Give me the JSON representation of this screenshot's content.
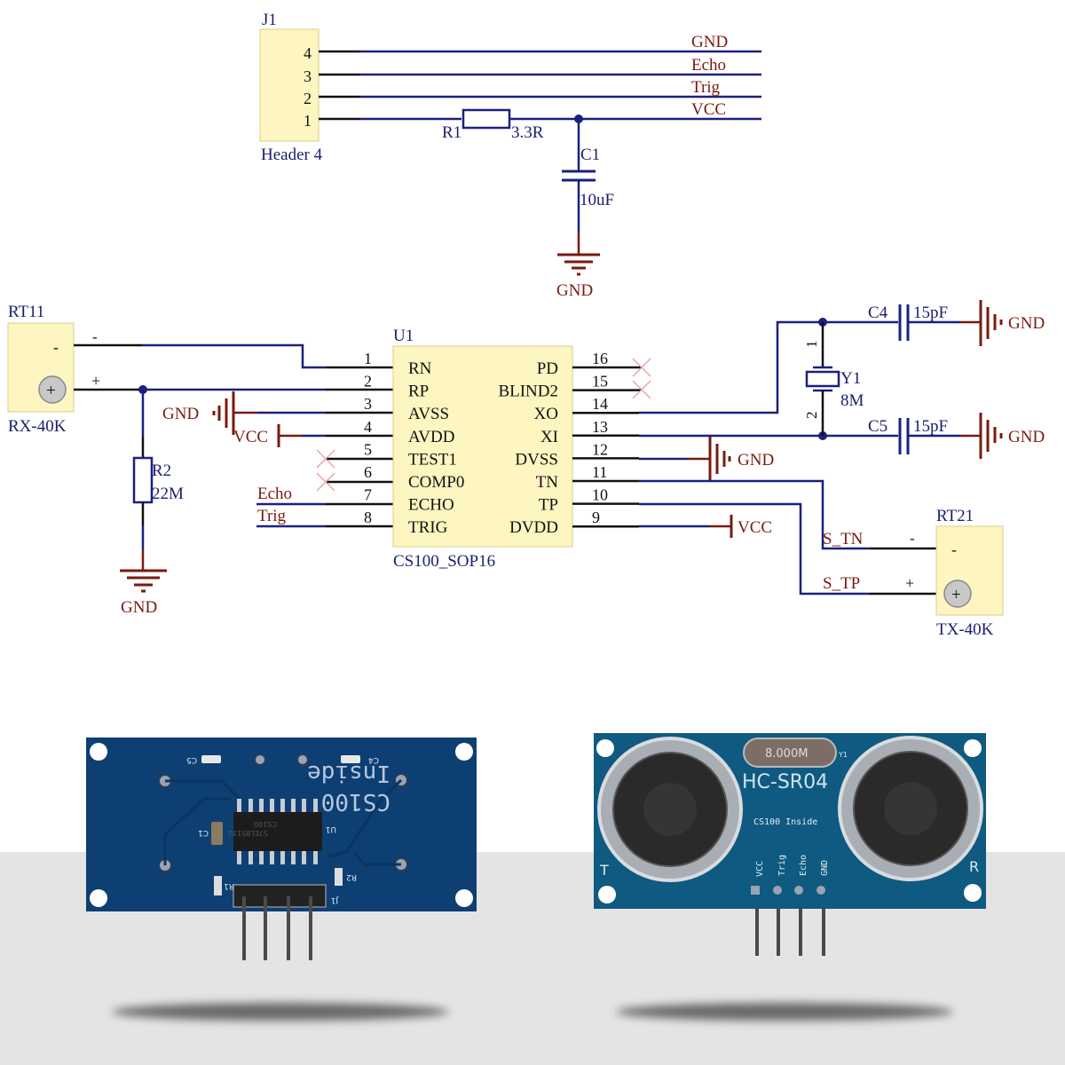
{
  "header": {
    "ref": "J1",
    "name": "Header 4",
    "pins": [
      "4",
      "3",
      "2",
      "1"
    ],
    "nets": [
      "GND",
      "Echo",
      "Trig",
      "VCC"
    ]
  },
  "r1": {
    "ref": "R1",
    "value": "3.3R"
  },
  "c1": {
    "ref": "C1",
    "value": "10uF",
    "gnd": "GND"
  },
  "rt11": {
    "ref": "RT11",
    "name": "RX-40K",
    "minus": "-",
    "plus": "+"
  },
  "r2": {
    "ref": "R2",
    "value": "22M",
    "gnd": "GND"
  },
  "u1": {
    "ref": "U1",
    "name": "CS100_SOP16",
    "left_pins": [
      {
        "num": "1",
        "name": "RN"
      },
      {
        "num": "2",
        "name": "RP"
      },
      {
        "num": "3",
        "name": "AVSS"
      },
      {
        "num": "4",
        "name": "AVDD"
      },
      {
        "num": "5",
        "name": "TEST1"
      },
      {
        "num": "6",
        "name": "COMP0"
      },
      {
        "num": "7",
        "name": "ECHO"
      },
      {
        "num": "8",
        "name": "TRIG"
      }
    ],
    "right_pins": [
      {
        "num": "16",
        "name": "PD"
      },
      {
        "num": "15",
        "name": "BLIND2"
      },
      {
        "num": "14",
        "name": "XO"
      },
      {
        "num": "13",
        "name": "XI"
      },
      {
        "num": "12",
        "name": "DVSS"
      },
      {
        "num": "11",
        "name": "TN"
      },
      {
        "num": "10",
        "name": "TP"
      },
      {
        "num": "9",
        "name": "DVDD"
      }
    ]
  },
  "left_nets": {
    "gnd": "GND",
    "vcc": "VCC",
    "echo": "Echo",
    "trig": "Trig"
  },
  "right_nets": {
    "gnd": "GND",
    "vcc": "VCC",
    "s_tn": "S_TN",
    "s_tp": "S_TP"
  },
  "y1": {
    "ref": "Y1",
    "value": "8M",
    "pin1": "1",
    "pin2": "2"
  },
  "c4": {
    "ref": "C4",
    "value": "15pF",
    "gnd": "GND"
  },
  "c5": {
    "ref": "C5",
    "value": "15pF",
    "gnd": "GND"
  },
  "rt21": {
    "ref": "RT21",
    "name": "TX-40K",
    "minus": "-",
    "plus": "+"
  },
  "board_back": {
    "silk_c5": "C5",
    "silk_c4": "C4",
    "silk_c1": "C1",
    "silk_u1": "U1",
    "silk_r1": "R1",
    "silk_r2": "R2",
    "silk_j1": "J1",
    "chip_line1": "CS100",
    "chip_line2": "S7EL85132",
    "brand_line1": "CS100",
    "brand_line2": "Inside"
  },
  "board_front": {
    "crystal": "8.000M",
    "crystal_ref": "Y1",
    "model": "HC-SR04",
    "subtitle": "CS100 Inside",
    "t_label": "T",
    "r_label": "R",
    "pins": [
      "VCC",
      "Trig",
      "Echo",
      "GND"
    ]
  },
  "colors": {
    "wire_blue": "#1a2080",
    "power_red": "#7a1a10",
    "component_fill": "#fdf6c0",
    "pcb_blue": "#0d3f73",
    "pcb_teal": "#0f5a80"
  }
}
